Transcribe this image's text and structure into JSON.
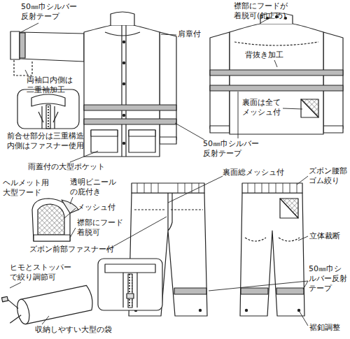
{
  "diagram": {
    "labels": [
      "50㎜巾シルバー反射テープ",
      "襟部にフードが着脱可(釦止め)",
      "肩章付",
      "両袖口内側は二重袖加工",
      "背抜き加工",
      "前合せ部分は三重構造内側はファスナー使用",
      "裏面は全てメッシュ付",
      "50㎜巾シルバー反射テープ",
      "雨蓋付の大型ポケット",
      "ヘルメット用大型フード",
      "透明ビニールの庇付き",
      "メッシュ付",
      "襟部にフード着脱可",
      "裏面総メッシュ付",
      "ズボン腰部ゴム絞り",
      "立体裁断",
      "ズボン前部ファスナー付",
      "ヒモとストッパーで絞り調節可",
      "50㎜巾シルバー反射テープ",
      "収納しやすい大型の袋",
      "裾釦調整"
    ]
  }
}
